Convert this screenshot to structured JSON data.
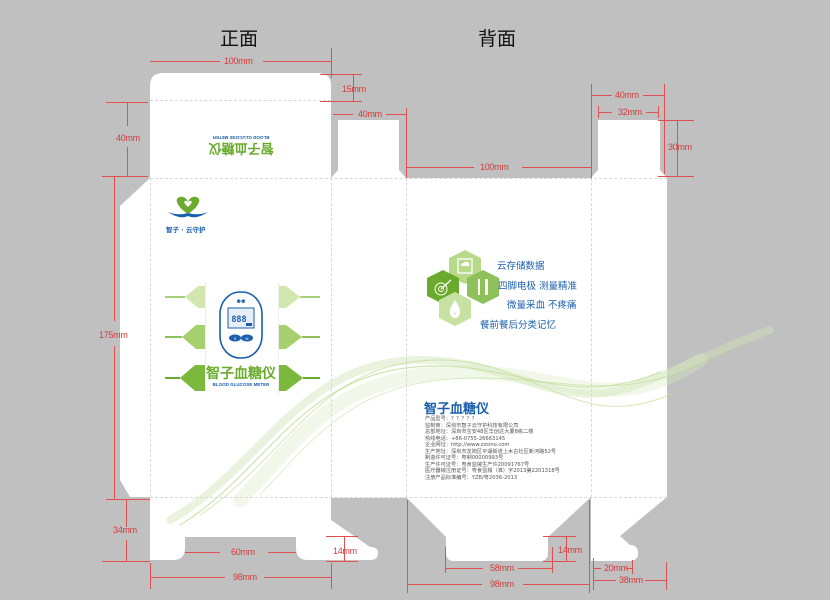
{
  "labels": {
    "front": "正面",
    "back": "背面"
  },
  "dimensions": {
    "front_top_width": "100mm",
    "top_tab_height": "15mm",
    "side_tab_width_left": "40mm",
    "top_flap_height": "40mm",
    "back_width": "100mm",
    "right_tab_outer": "40mm",
    "right_tab_inner": "32mm",
    "right_tab_height": "30mm",
    "body_height": "175mm",
    "bottom_flap_height": "34mm",
    "front_bottom_notch": "60mm",
    "front_bottom_width": "98mm",
    "front_bottom_tab": "14mm",
    "back_bottom_notch": "58mm",
    "back_bottom_width": "98mm",
    "back_bottom_tab": "14mm",
    "right_bottom_inner": "20mm",
    "right_bottom_outer": "38mm"
  },
  "front": {
    "flap_product_name": "智子血糖仪",
    "flap_product_name_en": "BLOOD GLUCOSE METER",
    "brand_name": "智子 · 云守护",
    "product_name": "智子血糖仪",
    "product_name_en": "BLOOD GLUCOSE METER",
    "device_display": "888",
    "device_buttons": [
      "S",
      "M"
    ]
  },
  "back": {
    "features": [
      {
        "icon": "cloud-storage-icon",
        "text": "云存储数据"
      },
      {
        "icon": "target-icon",
        "text": "四脚电极  测量精准"
      },
      {
        "icon": "fork-knife-icon",
        "text": "微量采血  不疼痛"
      },
      {
        "icon": "blood-drop-icon",
        "text": "餐前餐后分类记忆"
      }
    ],
    "product_name": "智子血糖仪",
    "info_lines": [
      "产品型号：？？？？？",
      "监制商：深圳市智子云守护科技有限公司",
      "总部地址：深圳市宝安48区华创达大厦8栋二楼",
      "热线电话：+86-0755-26663145",
      "企业网址：http://www.zzsino.com",
      "生产地址：深圳市龙岗区平湖街道上木古社区新河路52号",
      "制造许可证号：粤制00000993号",
      "生产许可证号：粤食监械生产许20091767号",
      "医疗器械注册证号：粤食监械（准）字2013第2201318号",
      "注册产品标准编号：YZB/粤2036-2013"
    ]
  },
  "colors": {
    "background": "#c0c0c0",
    "dimension_line": "#e05050",
    "brand_green": "#6aab2e",
    "brand_blue": "#1b5fae",
    "light_green": "#b9d98a"
  }
}
